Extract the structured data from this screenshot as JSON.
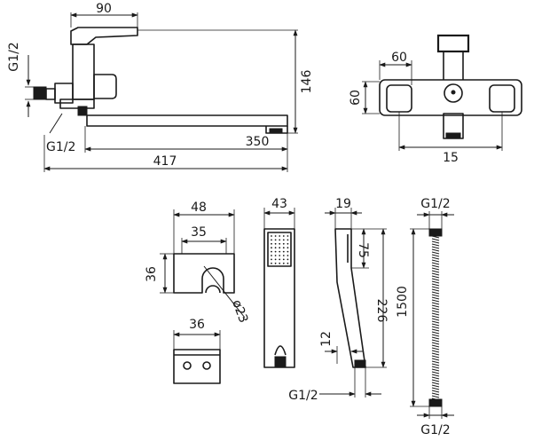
{
  "dimensions": {
    "faucet_side": {
      "handle_width": "90",
      "inlet_thread": "G1/2",
      "height": "146",
      "outlet_thread": "G1/2",
      "spout_length": "350",
      "total_length": "417"
    },
    "faucet_front": {
      "body_width": "60",
      "body_height": "60",
      "center_distance": "15"
    },
    "holder": {
      "outer_width": "48",
      "inner_width": "35",
      "height": "36",
      "diameter": "ø23"
    },
    "wall_block": {
      "width": "36"
    },
    "hand_shower_front": {
      "width": "43"
    },
    "hand_shower_side": {
      "depth": "19",
      "head_length": "75",
      "total_length": "226",
      "handle_width": "12",
      "thread": "G1/2"
    },
    "hose": {
      "top_thread": "G1/2",
      "length": "1500",
      "bottom_thread": "G1/2"
    }
  }
}
